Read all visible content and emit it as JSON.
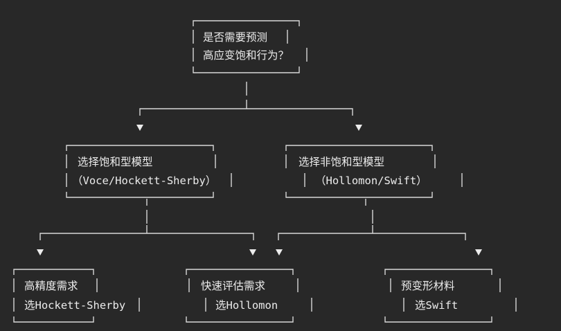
{
  "diagram": {
    "root": {
      "lines": [
        "是否需要预测",
        "高应变饱和行为？"
      ]
    },
    "branch_left": {
      "lines": [
        "选择饱和型模型",
        "（Voce/Hockett-Sherby）"
      ]
    },
    "branch_right": {
      "lines": [
        "选择非饱和型模型",
        "（Hollomon/Swift）"
      ]
    },
    "leaf_1": {
      "lines": [
        "高精度需求",
        "选Hockett-Sherby"
      ]
    },
    "leaf_2": {
      "lines": [
        "快速评估需求",
        "选Hollomon"
      ]
    },
    "leaf_3": {
      "lines": [
        "预变形材料",
        "选Swift"
      ]
    }
  }
}
